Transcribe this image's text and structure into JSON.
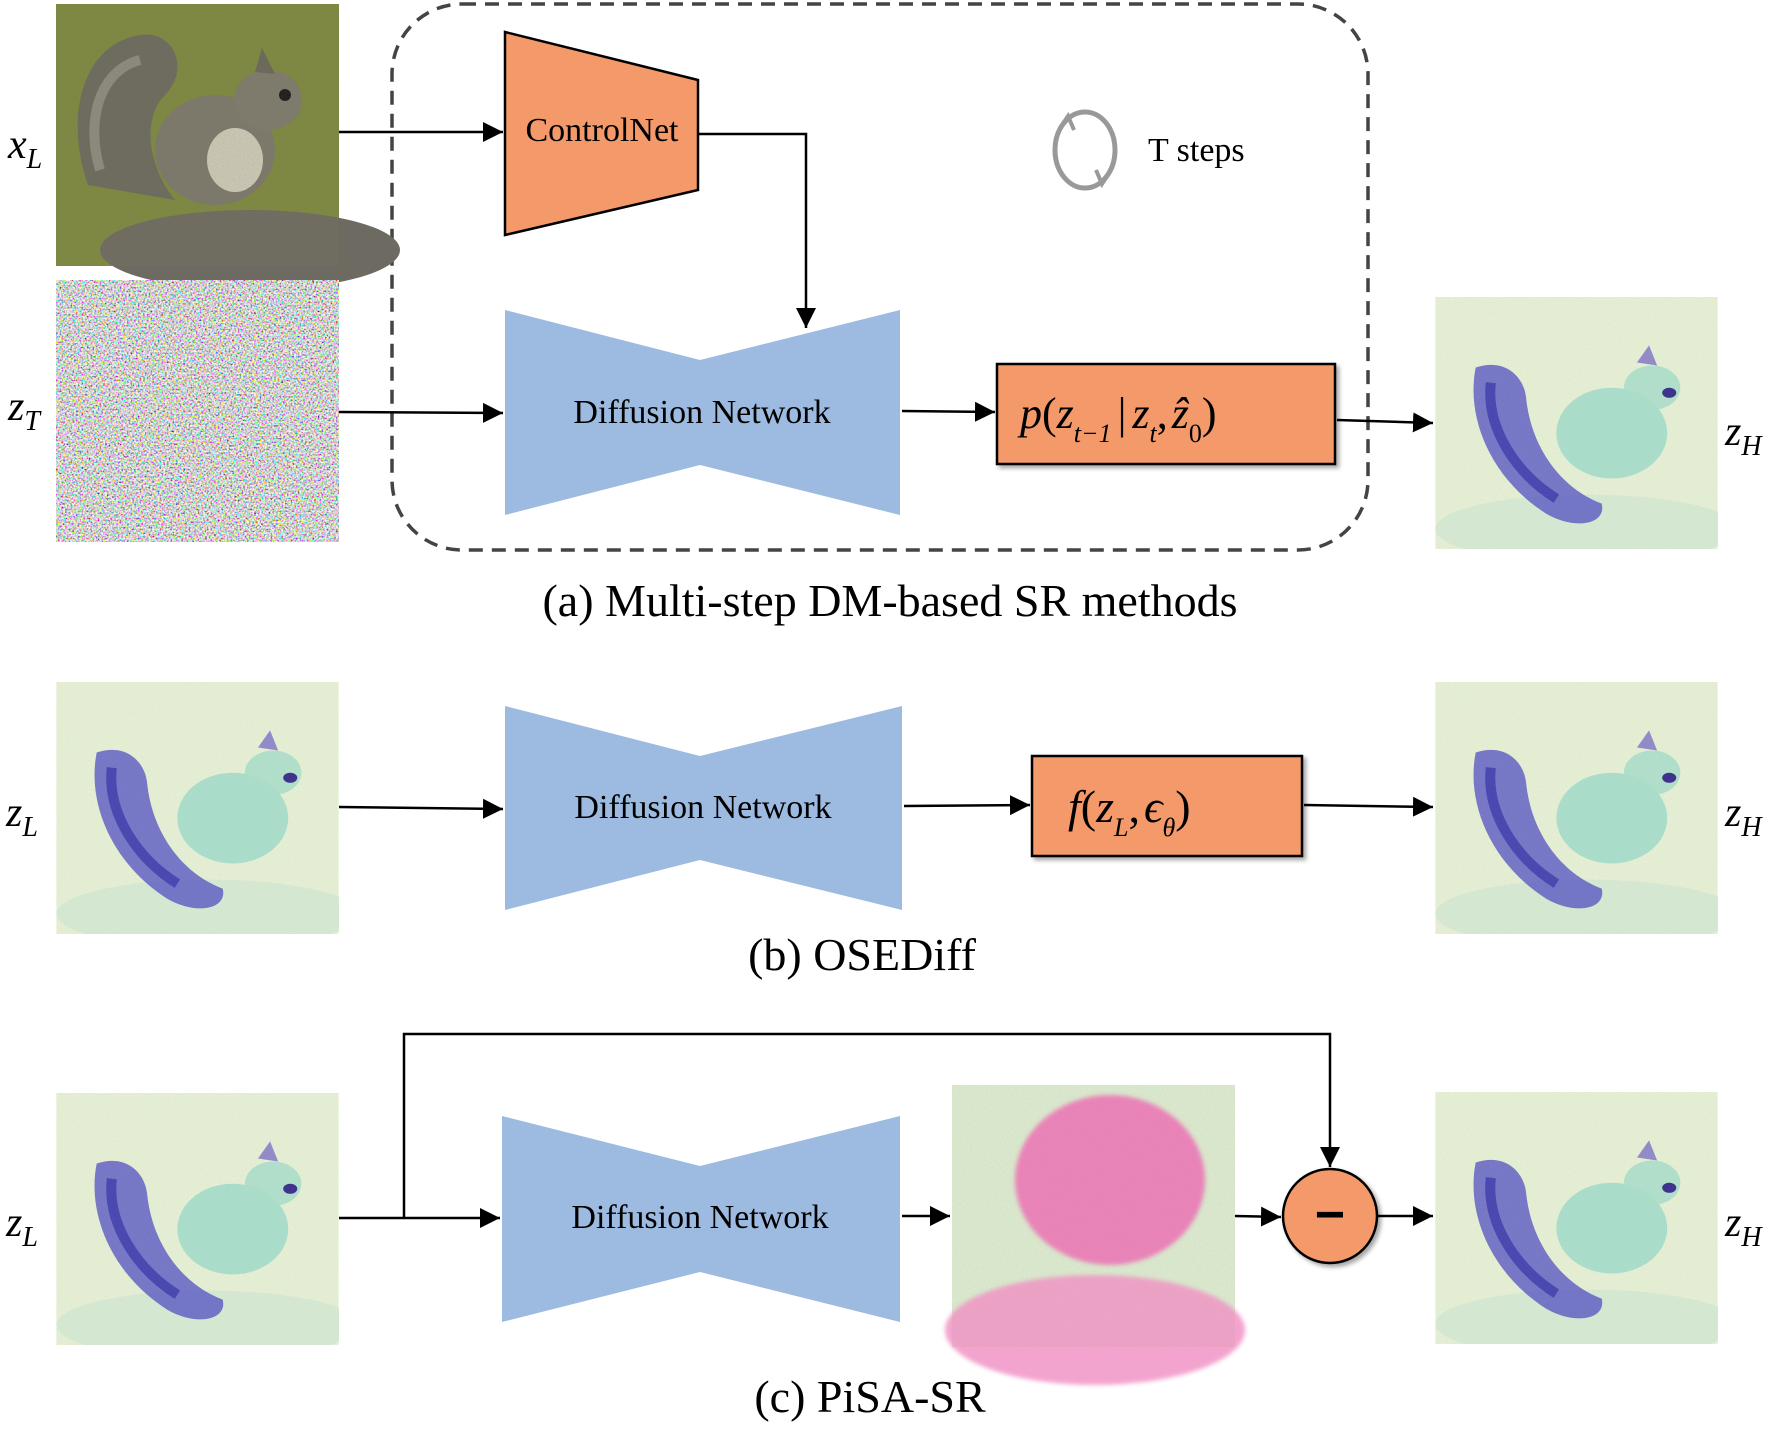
{
  "panel_a": {
    "caption": "(a) Multi-step DM-based SR methods",
    "input_image_label": "x",
    "input_image_sub": "L",
    "noise_label": "z",
    "noise_sub": "T",
    "controlnet_label": "ControlNet",
    "loop_label": "T steps",
    "network_label": "Diffusion Network",
    "sampler_fn": "p",
    "sampler_z1": "z",
    "sampler_z1_sub": "t−1",
    "sampler_bar": "|",
    "sampler_z2": "z",
    "sampler_z2_sub": "t",
    "sampler_comma": ",",
    "sampler_z3": "ẑ",
    "sampler_z3_sub": "0",
    "output_label": "z",
    "output_sub": "H"
  },
  "panel_b": {
    "caption": "(b) OSEDiff",
    "input_label": "z",
    "input_sub": "L",
    "network_label": "Diffusion Network",
    "fn_name": "f",
    "fn_z": "z",
    "fn_z_sub": "L",
    "fn_comma": ",",
    "fn_eps": "ϵ",
    "fn_eps_sub": "θ",
    "output_label": "z",
    "output_sub": "H"
  },
  "panel_c": {
    "caption": "(c) PiSA-SR",
    "input_label": "z",
    "input_sub": "L",
    "network_label": "Diffusion Network",
    "minus_symbol": "−",
    "output_label": "z",
    "output_sub": "H"
  },
  "colors": {
    "orange": "#f4996a",
    "blue": "#9dbbe0",
    "arrow": "#000000",
    "dashed": "#444444"
  }
}
